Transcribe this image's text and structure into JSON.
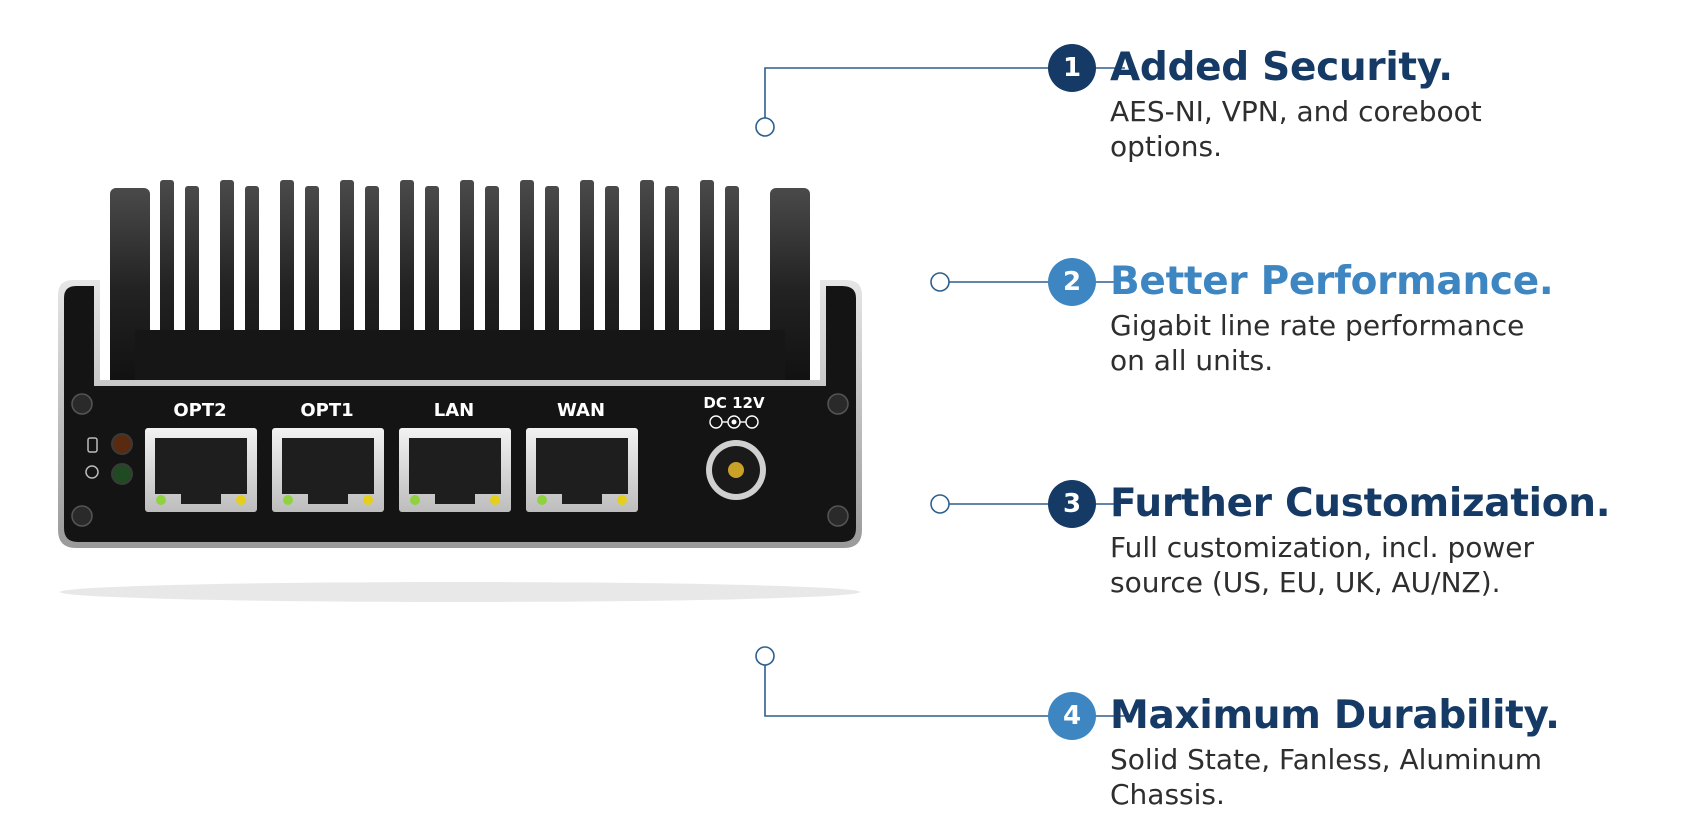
{
  "colors": {
    "dark_blue": "#163a66",
    "light_blue": "#3d86c2",
    "line": "#2f5f8c",
    "device_body": "#141414",
    "device_rim": "#c9c9c9"
  },
  "device": {
    "ports": [
      {
        "label": "OPT2"
      },
      {
        "label": "OPT1"
      },
      {
        "label": "LAN"
      },
      {
        "label": "WAN"
      }
    ],
    "power_label": "DC 12V"
  },
  "features": [
    {
      "number": "1",
      "title": "Added Security.",
      "desc_line1": "AES-NI, VPN, and coreboot",
      "desc_line2": "options.",
      "color": "dark_blue"
    },
    {
      "number": "2",
      "title": "Better Performance.",
      "desc_line1": "Gigabit line rate performance",
      "desc_line2": "on all units.",
      "color": "light_blue"
    },
    {
      "number": "3",
      "title": "Further Customization.",
      "desc_line1": "Full customization, incl. power",
      "desc_line2": "source (US, EU, UK, AU/NZ).",
      "color": "dark_blue"
    },
    {
      "number": "4",
      "title": "Maximum Durability.",
      "desc_line1": "Solid State, Fanless, Aluminum",
      "desc_line2": "Chassis.",
      "color": "light_blue"
    }
  ]
}
